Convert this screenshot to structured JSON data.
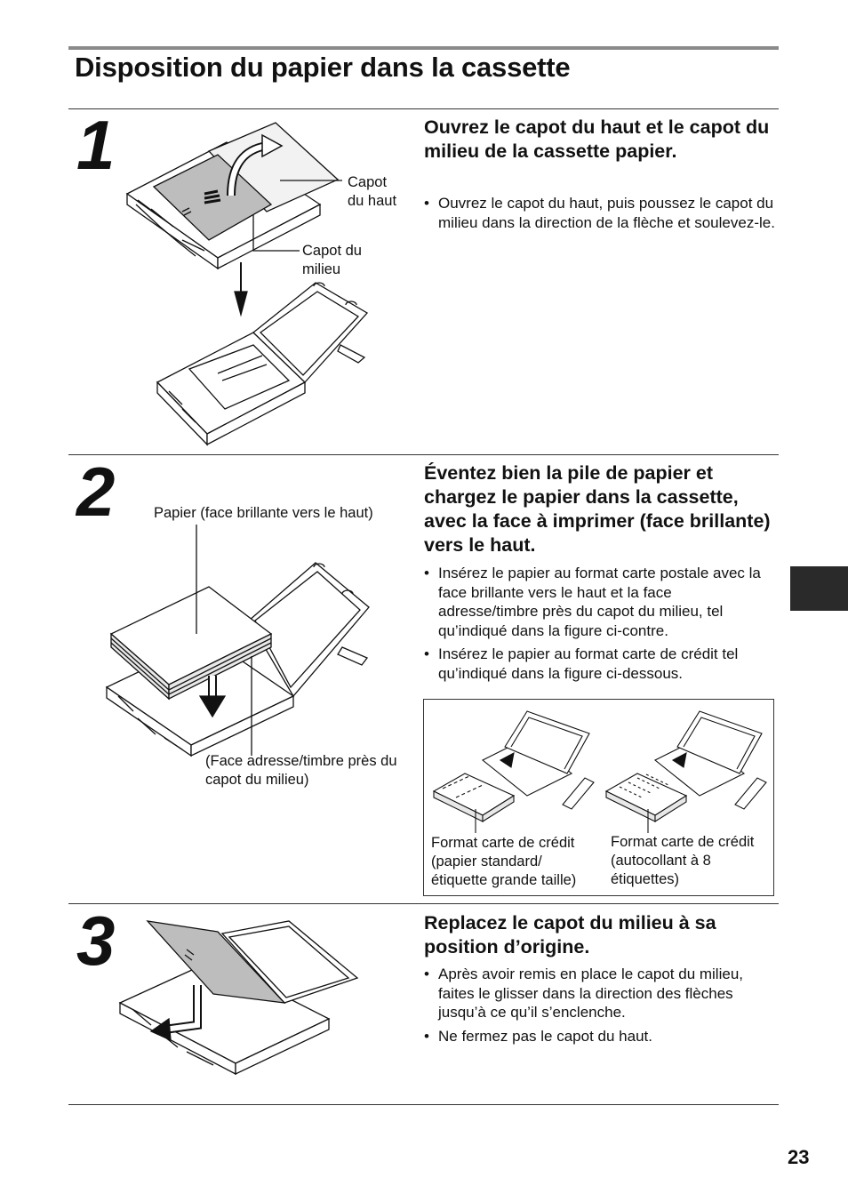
{
  "page": {
    "title": "Disposition du papier dans la cassette",
    "page_number": "23"
  },
  "steps": [
    {
      "number": "1",
      "heading": "Ouvrez le capot du haut et le capot du milieu de la cassette papier.",
      "bullets": [
        "Ouvrez le capot du haut, puis poussez le capot du milieu dans la direction de la flèche et soulevez-le."
      ],
      "labels": {
        "top_cover": "Capot\ndu haut",
        "middle_cover": "Capot du\nmilieu"
      }
    },
    {
      "number": "2",
      "heading": "Éventez bien la pile de papier et chargez le papier dans la cassette, avec la face à imprimer (face brillante) vers le haut.",
      "bullets": [
        "Insérez le papier au format carte postale avec la face brillante vers le haut et la face adresse/timbre près du capot du milieu, tel qu’indiqué dans la figure ci-contre.",
        "Insérez le papier au format carte de crédit tel qu’indiqué dans la figure ci-dessous."
      ],
      "labels": {
        "paper": "Papier (face brillante vers le haut)",
        "address_side": "(Face adresse/timbre près du\ncapot du milieu)",
        "credit_standard": "Format carte de crédit\n(papier standard/\nétiquette grande taille)",
        "credit_sticker": "Format carte de crédit\n(autocollant à 8\nétiquettes)"
      }
    },
    {
      "number": "3",
      "heading": "Replacez le capot du milieu à sa position d’origine.",
      "bullets": [
        "Après avoir remis en place le capot du milieu, faites le glisser dans la direction des flèches jusqu’à ce qu’il s’enclenche.",
        "Ne fermez pas le capot du haut."
      ]
    }
  ]
}
